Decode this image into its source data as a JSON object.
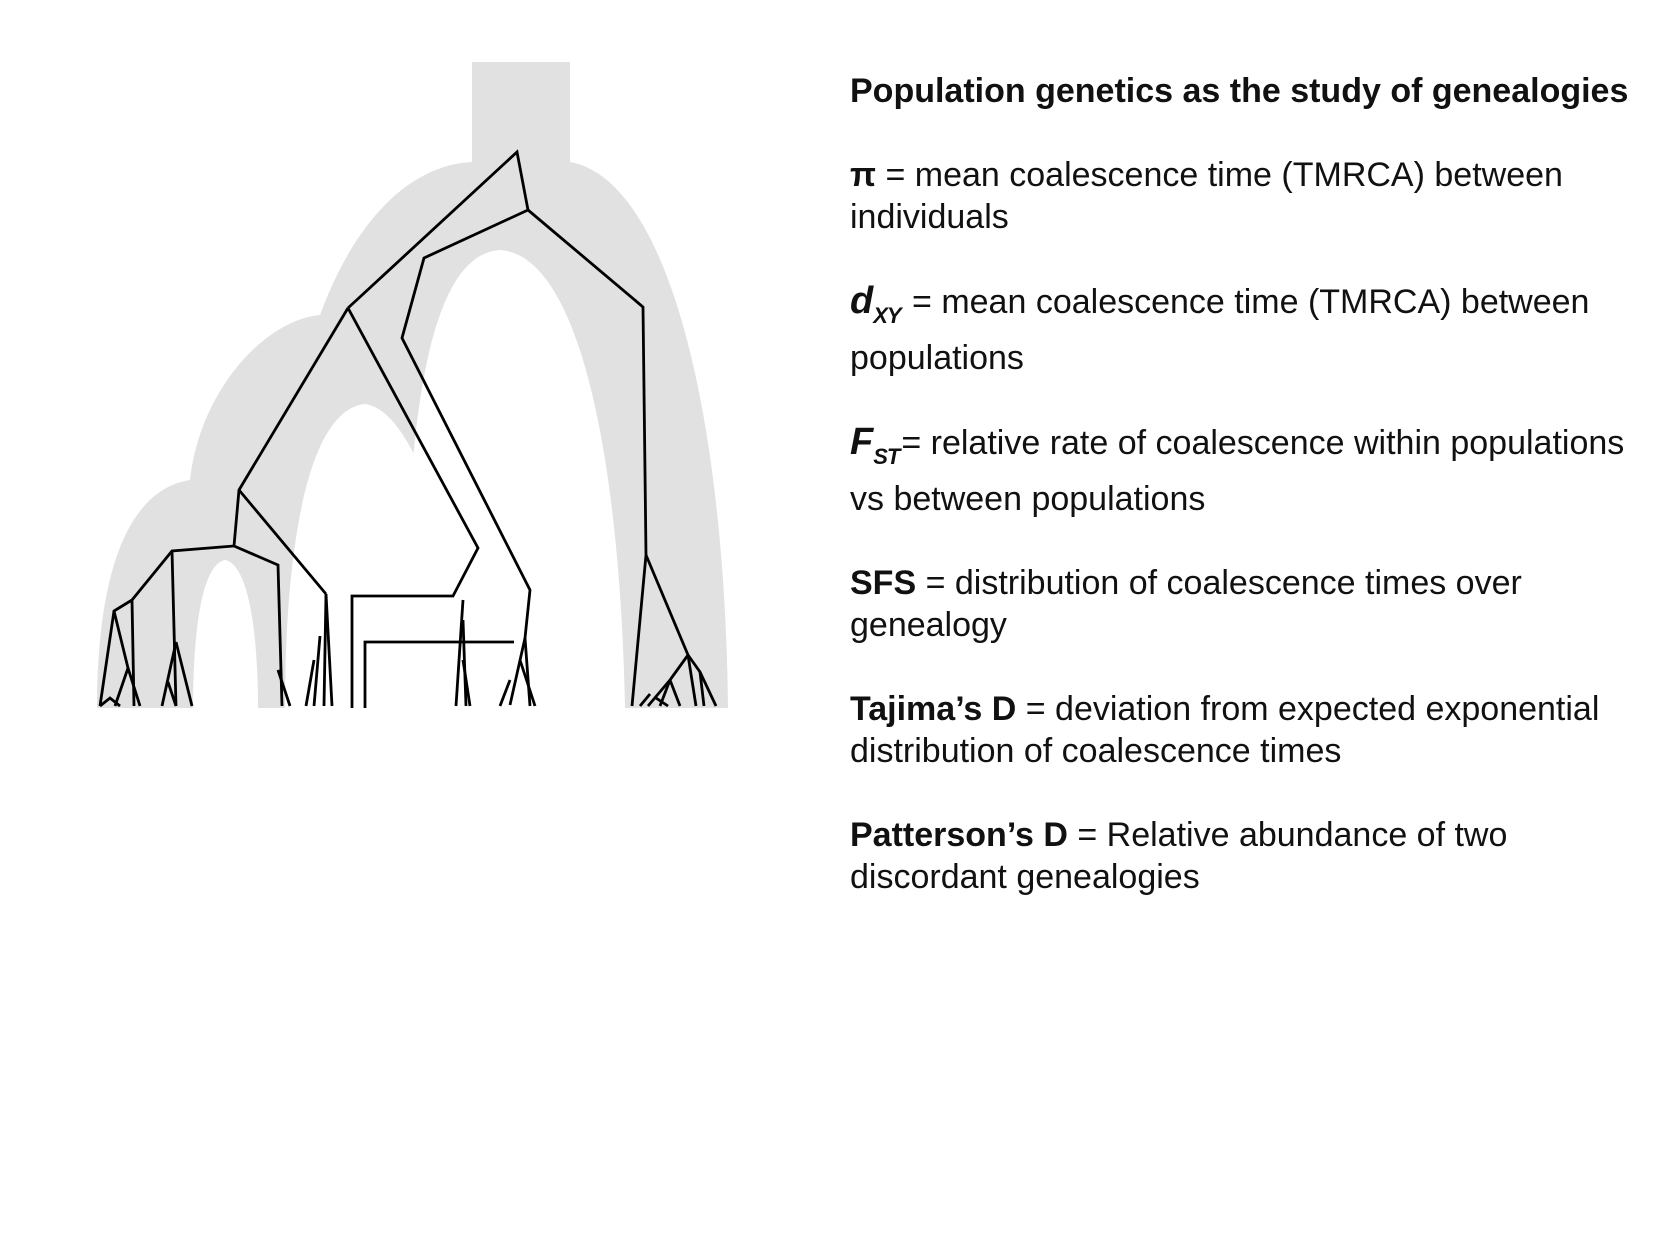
{
  "title": "Population genetics as the study of genealogies",
  "definitions": [
    {
      "id": "pi",
      "term": "π",
      "rest": " = mean coalescence time (TMRCA) between individuals"
    },
    {
      "id": "dxy",
      "term": "d",
      "sub": "XY",
      "rest": " = mean coalescence time (TMRCA) between populations"
    },
    {
      "id": "fst",
      "term": "F",
      "sub": "ST",
      "rest": "= relative rate of coalescence within populations vs between populations"
    },
    {
      "id": "sfs",
      "term": "SFS",
      "rest": " = distribution of coalescence times over genealogy"
    },
    {
      "id": "tajima",
      "term": "Tajima’s D",
      "rest": " = deviation from expected exponential distribution of coalescence times"
    },
    {
      "id": "patterson",
      "term": "Patterson’s D",
      "rest": " = Relative abundance of two discordant genealogies"
    }
  ],
  "colors": {
    "population_tree": "#e1e1e1",
    "genealogy": "#000000",
    "text": "#111111"
  }
}
